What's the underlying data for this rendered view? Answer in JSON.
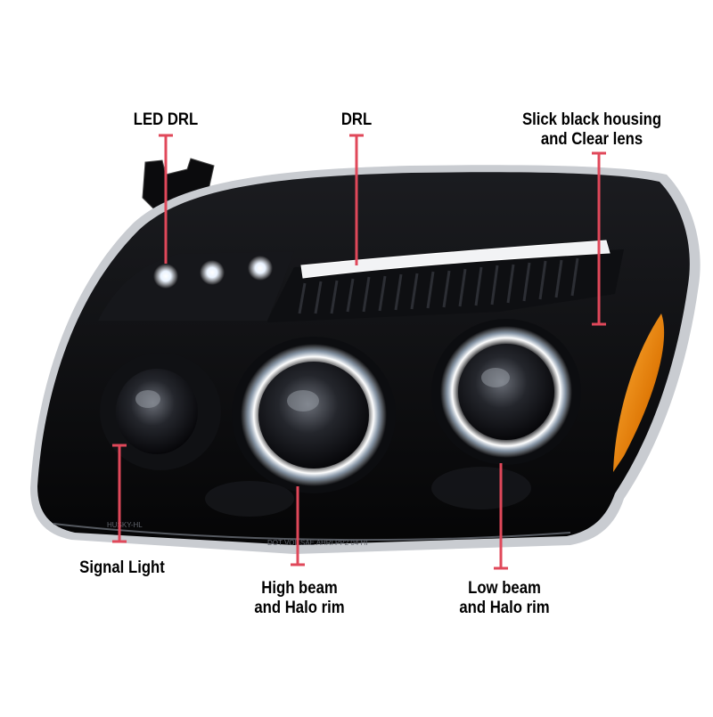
{
  "callouts": {
    "led_drl": "LED DRL",
    "drl": "DRL",
    "housing": [
      "Slick black housing",
      "and Clear lens"
    ],
    "signal": "Signal Light",
    "high_beam": [
      "High beam",
      "and Halo rim"
    ],
    "low_beam": [
      "Low beam",
      "and Halo rim"
    ]
  },
  "lens_markings": {
    "model": "HUSKY-HL",
    "codes": "DOT VOL SAE AHRI PP2 04 HI"
  },
  "colors": {
    "pointer": "#e0485a",
    "housing": "#0a0a0c",
    "amber": "#e8890c",
    "halo": "#ffffff"
  }
}
